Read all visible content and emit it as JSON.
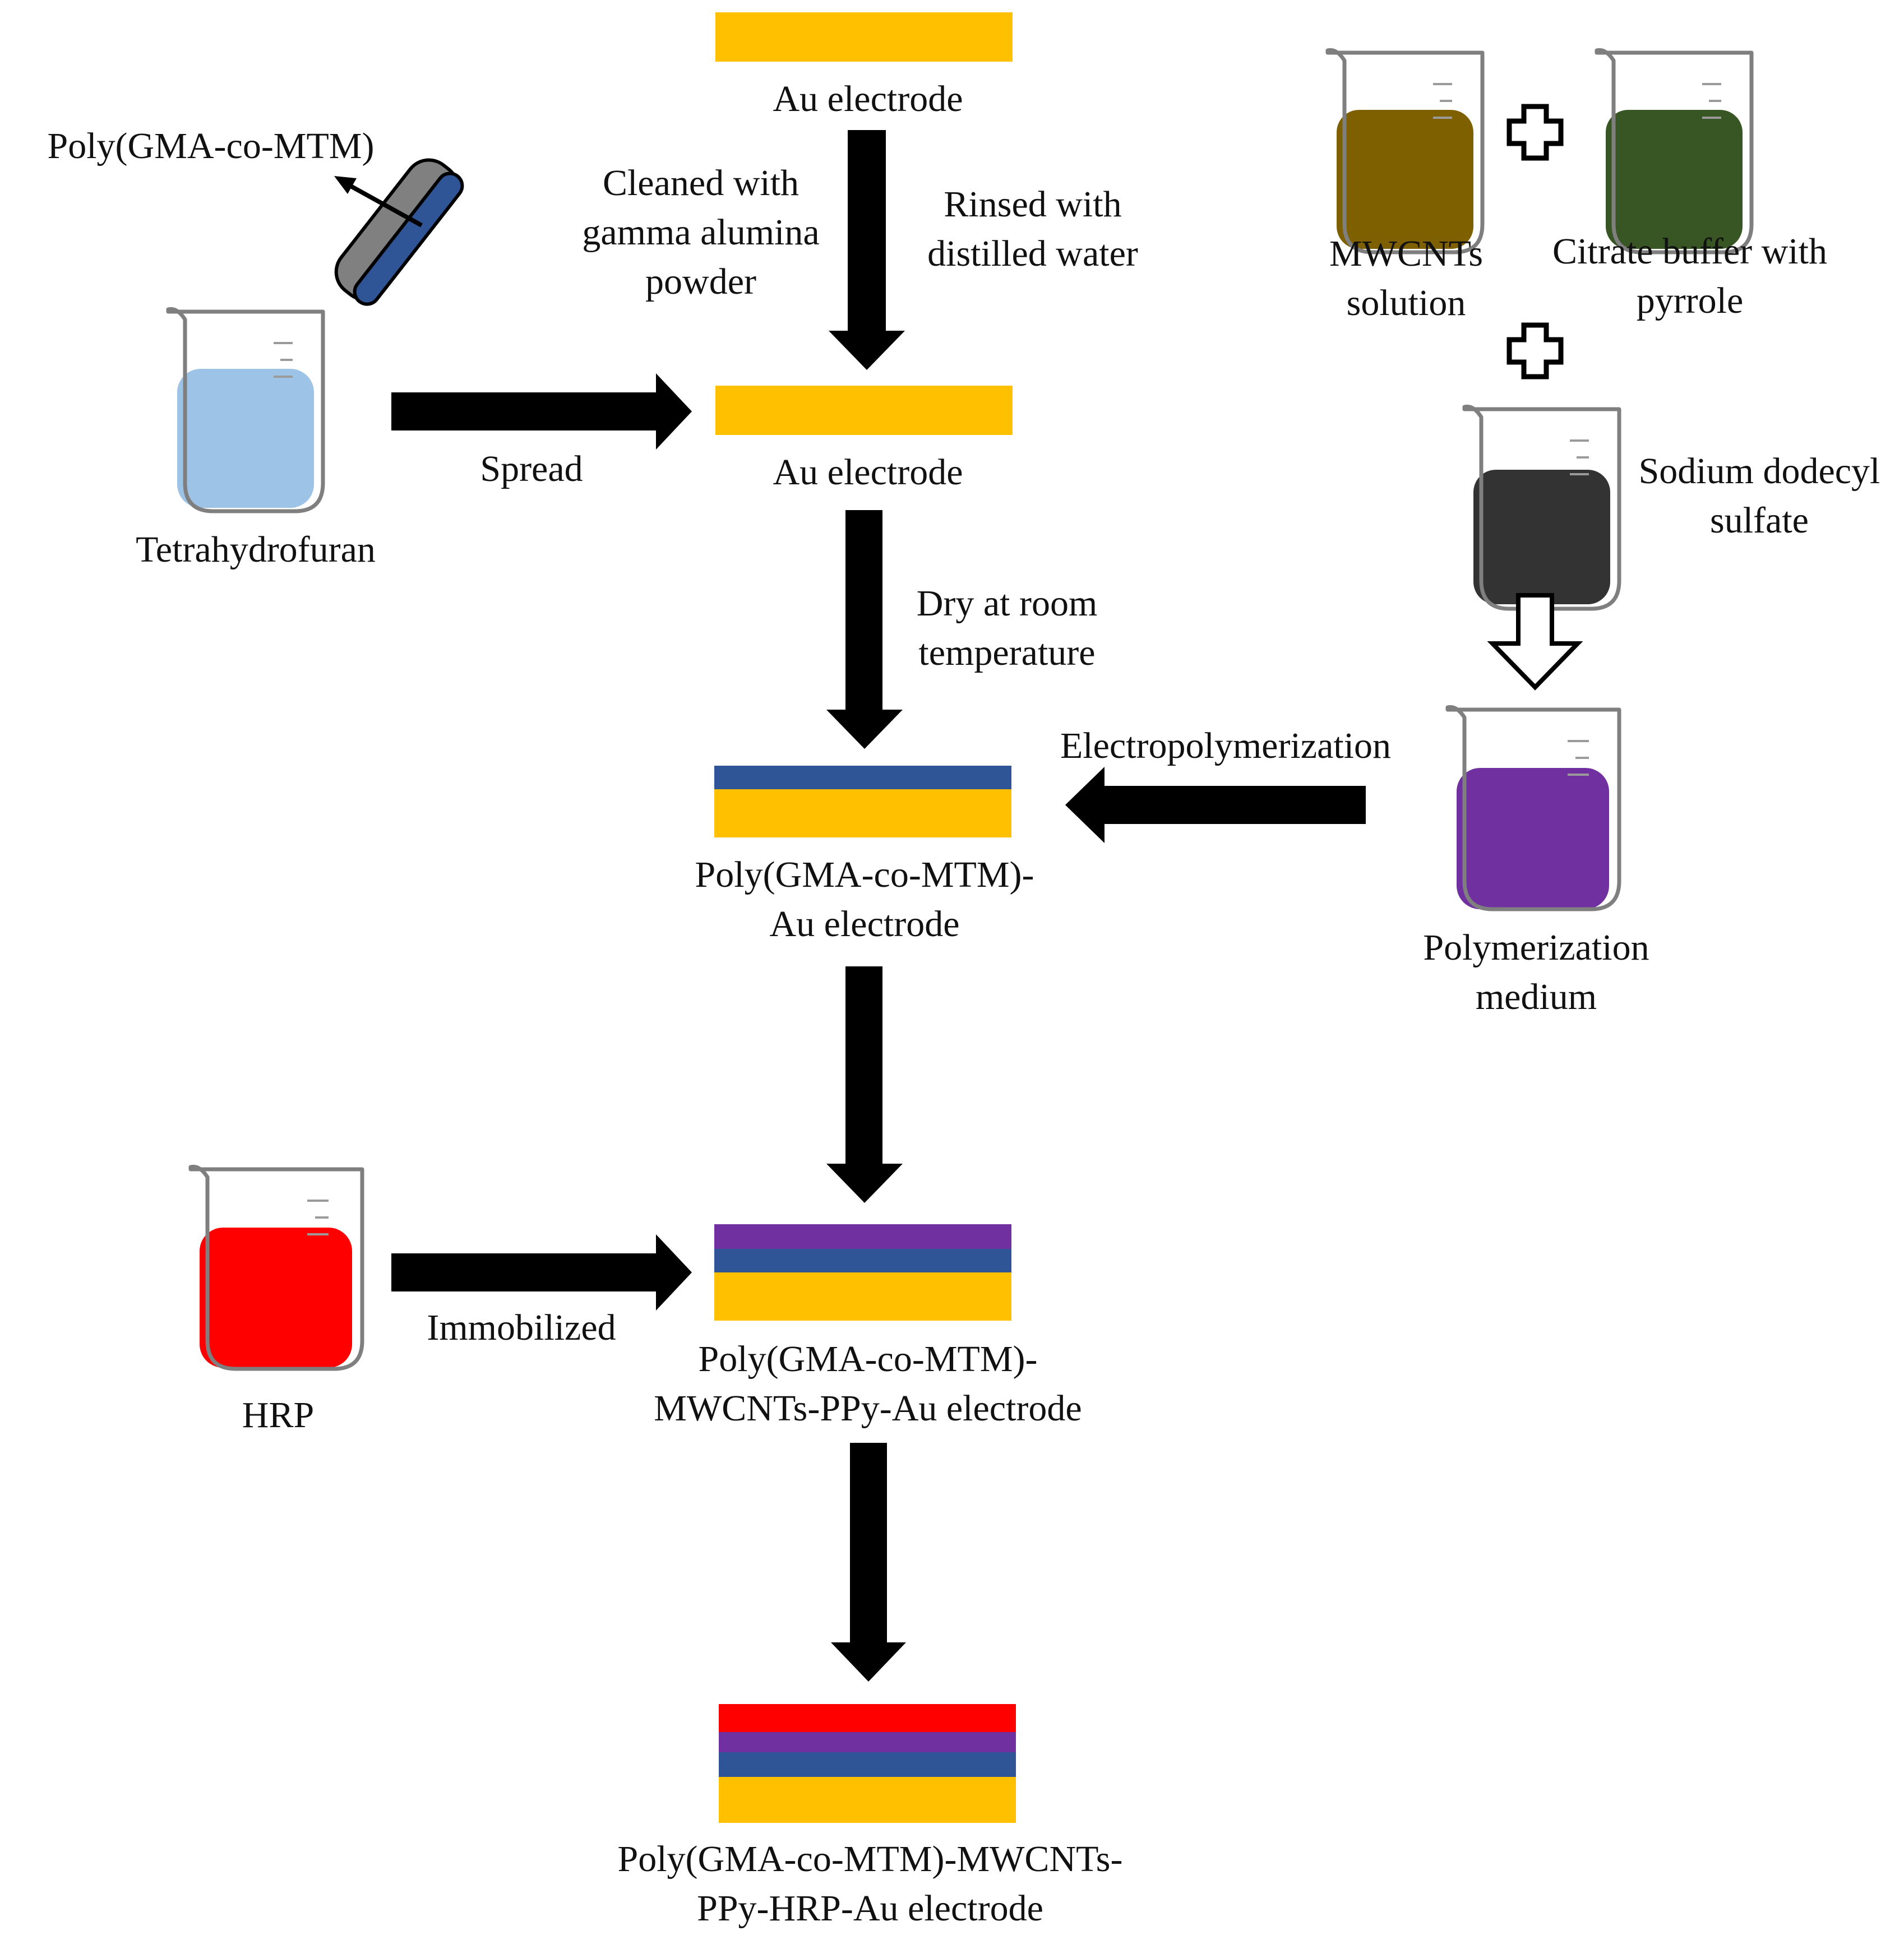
{
  "colors": {
    "gold": "#FFC000",
    "blue": "#2F5597",
    "purple": "#7030A0",
    "red": "#FF0000",
    "thf_liquid": "#9DC3E6",
    "mwcnt_liquid": "#7F6000",
    "citrate_liquid": "#375623",
    "sds_liquid": "#333333",
    "medium_liquid": "#7030A0",
    "hrp_liquid": "#FF0000",
    "disk_top": "#808080",
    "arrow": "#000000"
  },
  "icons": {
    "beaker": "beaker-icon",
    "plus": "plus-icon",
    "disk": "polymer-disk-icon",
    "hollow_arrow": "hollow-down-arrow-icon"
  },
  "labels": {
    "au_top": "Au electrode",
    "cleaned_1": "Cleaned with",
    "cleaned_2": "gamma alumina",
    "cleaned_3": "powder",
    "rinsed_1": "Rinsed with",
    "rinsed_2": "distilled water",
    "poly_gma": "Poly(GMA-co-MTM)",
    "thf": "Tetrahydrofuran",
    "spread": "Spread",
    "au_mid": "Au electrode",
    "dry_1": "Dry at room",
    "dry_2": "temperature",
    "mwcnts_1": "MWCNTs",
    "mwcnts_2": "solution",
    "citrate_1": "Citrate buffer with",
    "citrate_2": "pyrrole",
    "sds_1": "Sodium dodecyl",
    "sds_2": "sulfate",
    "electropoly": "Electropolymerization",
    "medium_1": "Polymerization",
    "medium_2": "medium",
    "poly_au_1": "Poly(GMA-co-MTM)-",
    "poly_au_2": "Au electrode",
    "hrp": "HRP",
    "immobilized": "Immobilized",
    "poly_mw_1": "Poly(GMA-co-MTM)-",
    "poly_mw_2": "MWCNTs-PPy-Au electrode",
    "final_1": "Poly(GMA-co-MTM)-MWCNTs-",
    "final_2": "PPy-HRP-Au electrode"
  }
}
